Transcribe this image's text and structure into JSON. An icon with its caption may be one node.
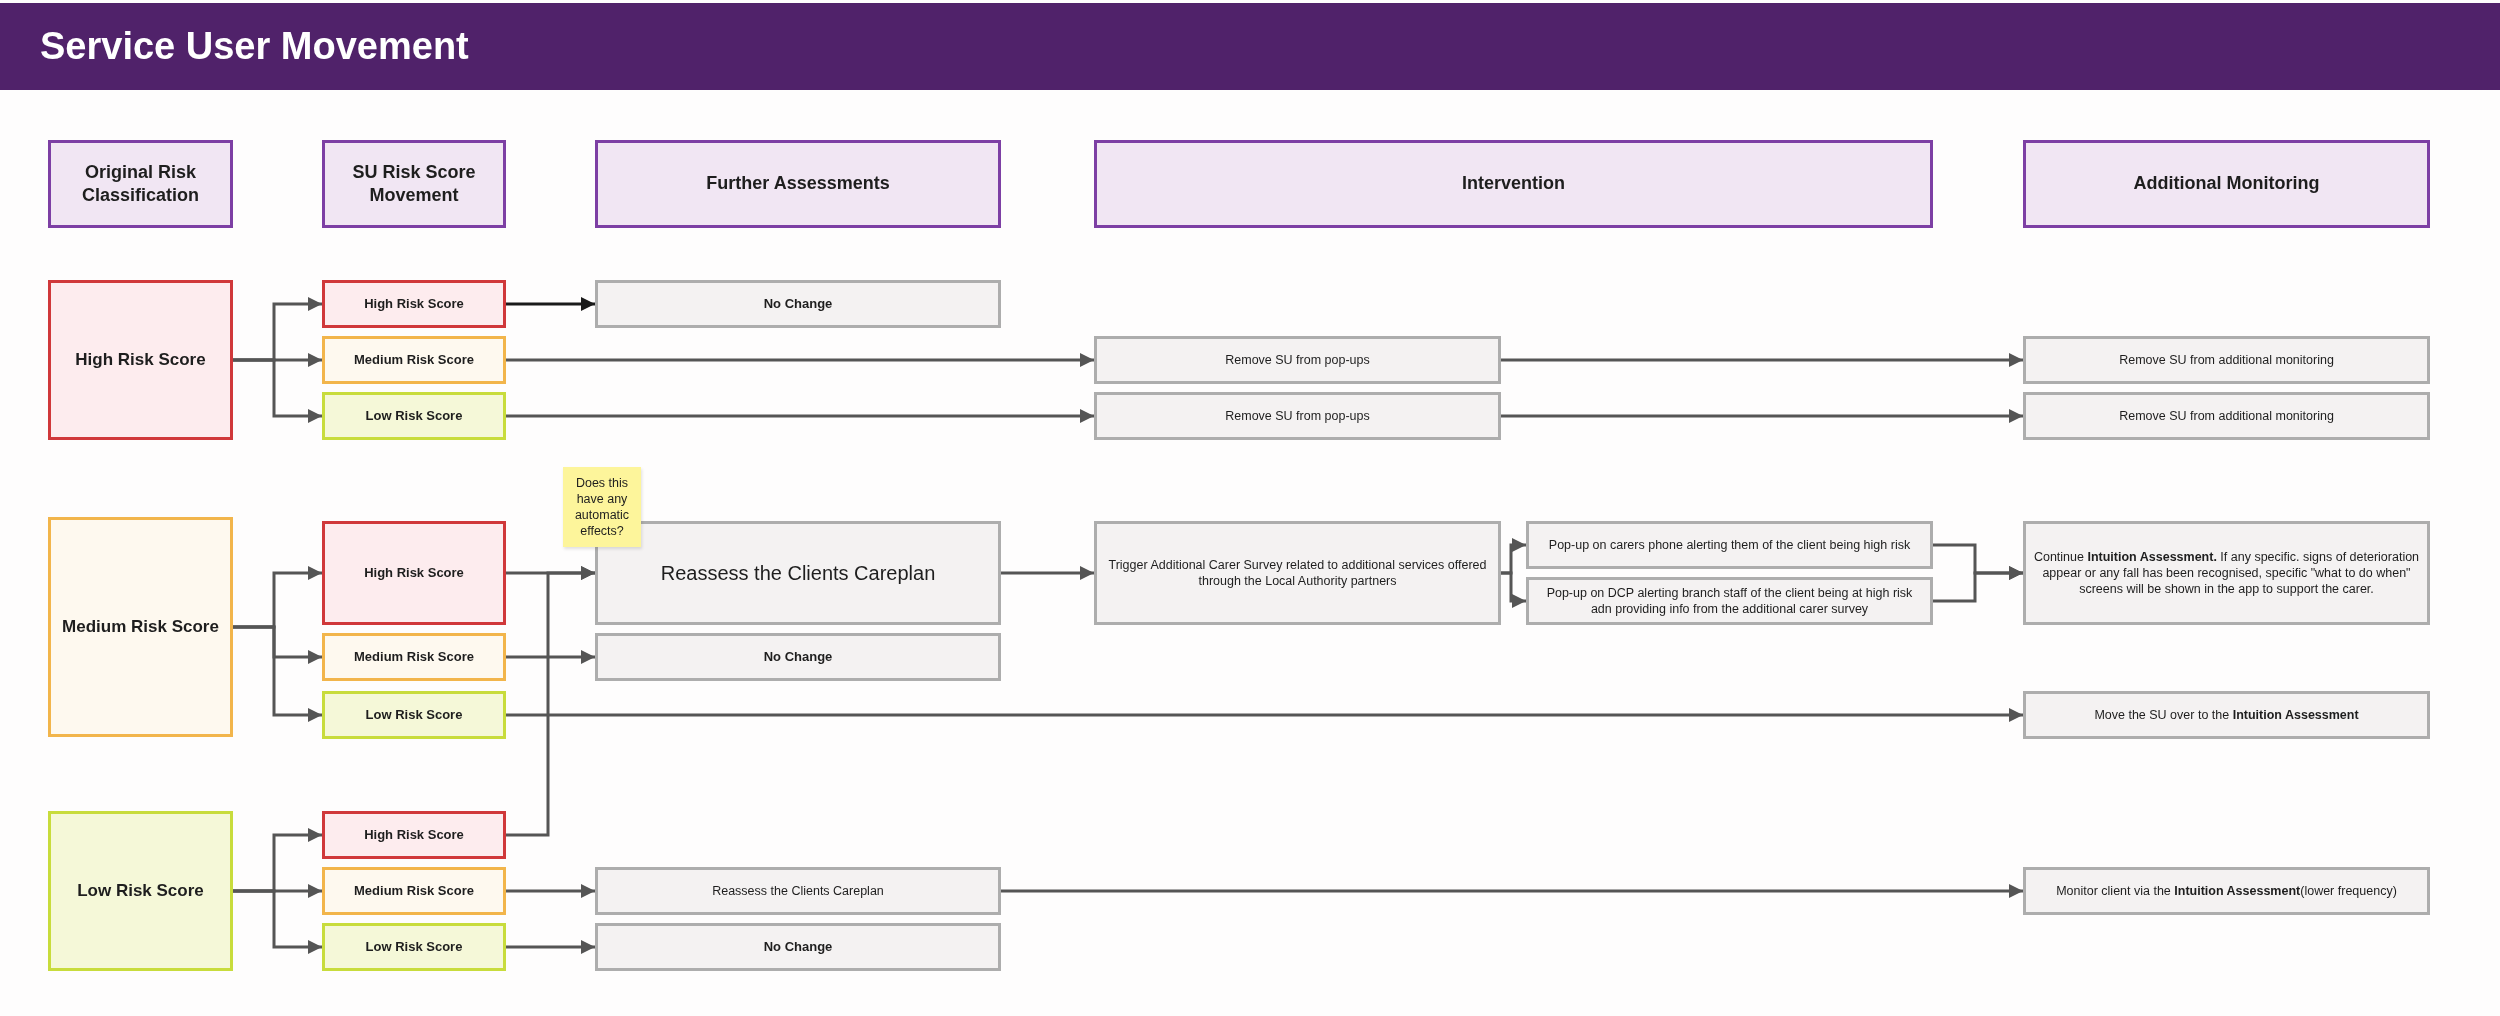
{
  "diagram": {
    "title": "Service User Movement",
    "nodes": [
      {
        "text": [
          "Original Risk Classification"
        ]
      },
      {
        "text": [
          "SU Risk Score Movement"
        ]
      },
      {
        "text": [
          "Further Assessments"
        ]
      },
      {
        "text": [
          "Intervention"
        ]
      },
      {
        "text": [
          "Additional Monitoring"
        ]
      },
      {
        "text": [
          "High Risk Score"
        ]
      },
      {
        "text": [
          "High Risk Score"
        ]
      },
      {
        "text": [
          "Medium Risk Score"
        ]
      },
      {
        "text": [
          "Low Risk Score"
        ]
      },
      {
        "text": [
          "No Change"
        ]
      },
      {
        "text": [
          "Remove SU from pop-ups"
        ]
      },
      {
        "text": [
          "Remove SU from additional monitoring"
        ]
      },
      {
        "text": [
          "Remove SU from pop-ups"
        ]
      },
      {
        "text": [
          "Remove SU from additional monitoring"
        ]
      },
      {
        "text": [
          "Medium Risk Score"
        ]
      },
      {
        "text": [
          "High Risk Score"
        ]
      },
      {
        "text": [
          "Medium Risk Score"
        ]
      },
      {
        "text": [
          "Low Risk Score"
        ]
      },
      {
        "text": [
          "Does this have any automatic effects?"
        ]
      },
      {
        "text": [
          "Reassess the Clients Careplan"
        ]
      },
      {
        "text": [
          "No Change"
        ]
      },
      {
        "text": [
          "Trigger Additional Carer Survey related to additional services offered through the Local Authority partners"
        ]
      },
      {
        "text": [
          "Pop-up on carers phone alerting them of the client being high risk"
        ]
      },
      {
        "text": [
          "Pop-up on DCP alerting branch staff of the client being at high risk adn providing info from the additional carer survey"
        ]
      },
      {
        "text": [
          "Continue **Intuition Assessment.** If any specific. signs of deterioration appear or any fall has been recognised, specific \"what to do when\" screens will be shown in the app to support the carer."
        ]
      },
      {
        "text": [
          "Move the SU over to the **Intuition Assessment**"
        ]
      },
      {
        "text": [
          "Low Risk Score"
        ]
      },
      {
        "text": [
          "High Risk Score"
        ]
      },
      {
        "text": [
          "Medium Risk Score"
        ]
      },
      {
        "text": [
          "Low Risk Score"
        ]
      },
      {
        "text": [
          "Reassess the Clients Careplan"
        ]
      },
      {
        "text": [
          "No Change"
        ]
      },
      {
        "text": [
          "Monitor client via the **Intuition Assessment**(lower frequency)"
        ]
      }
    ],
    "edges": [
      {
        "from": 5,
        "to": 6,
        "arrow": "to"
      },
      {
        "from": 5,
        "to": 7,
        "arrow": "to"
      },
      {
        "from": 5,
        "to": 8,
        "arrow": "to"
      },
      {
        "from": 6,
        "to": 9,
        "arrow": "to",
        "color": "#1a1a1a"
      },
      {
        "from": 7,
        "to": 10,
        "arrow": "to"
      },
      {
        "from": 10,
        "to": 11,
        "arrow": "to"
      },
      {
        "from": 8,
        "to": 12,
        "arrow": "to"
      },
      {
        "from": 12,
        "to": 13,
        "arrow": "to"
      },
      {
        "from": 14,
        "to": 15,
        "arrow": "to"
      },
      {
        "from": 14,
        "to": 16,
        "arrow": "to"
      },
      {
        "from": 14,
        "to": 17,
        "arrow": "to"
      },
      {
        "from": 15,
        "to": 19,
        "arrow": "to"
      },
      {
        "from": 27,
        "to": 19,
        "arrow": "to"
      },
      {
        "from": 16,
        "to": 20,
        "arrow": "to"
      },
      {
        "from": 17,
        "to": 25,
        "arrow": "to"
      },
      {
        "from": 19,
        "to": 21,
        "arrow": "to"
      },
      {
        "from": 21,
        "to": 22,
        "arrow": "to"
      },
      {
        "from": 21,
        "to": 23,
        "arrow": "to"
      },
      {
        "from": 22,
        "to": 24,
        "arrow": "to"
      },
      {
        "from": 23,
        "to": 24,
        "arrow": "to"
      },
      {
        "from": 26,
        "to": 27,
        "arrow": "to"
      },
      {
        "from": 26,
        "to": 28,
        "arrow": "to"
      },
      {
        "from": 26,
        "to": 29,
        "arrow": "to"
      },
      {
        "from": 28,
        "to": 30,
        "arrow": "to"
      },
      {
        "from": 29,
        "to": 31,
        "arrow": "to"
      },
      {
        "from": 30,
        "to": 32,
        "arrow": "to"
      }
    ]
  }
}
